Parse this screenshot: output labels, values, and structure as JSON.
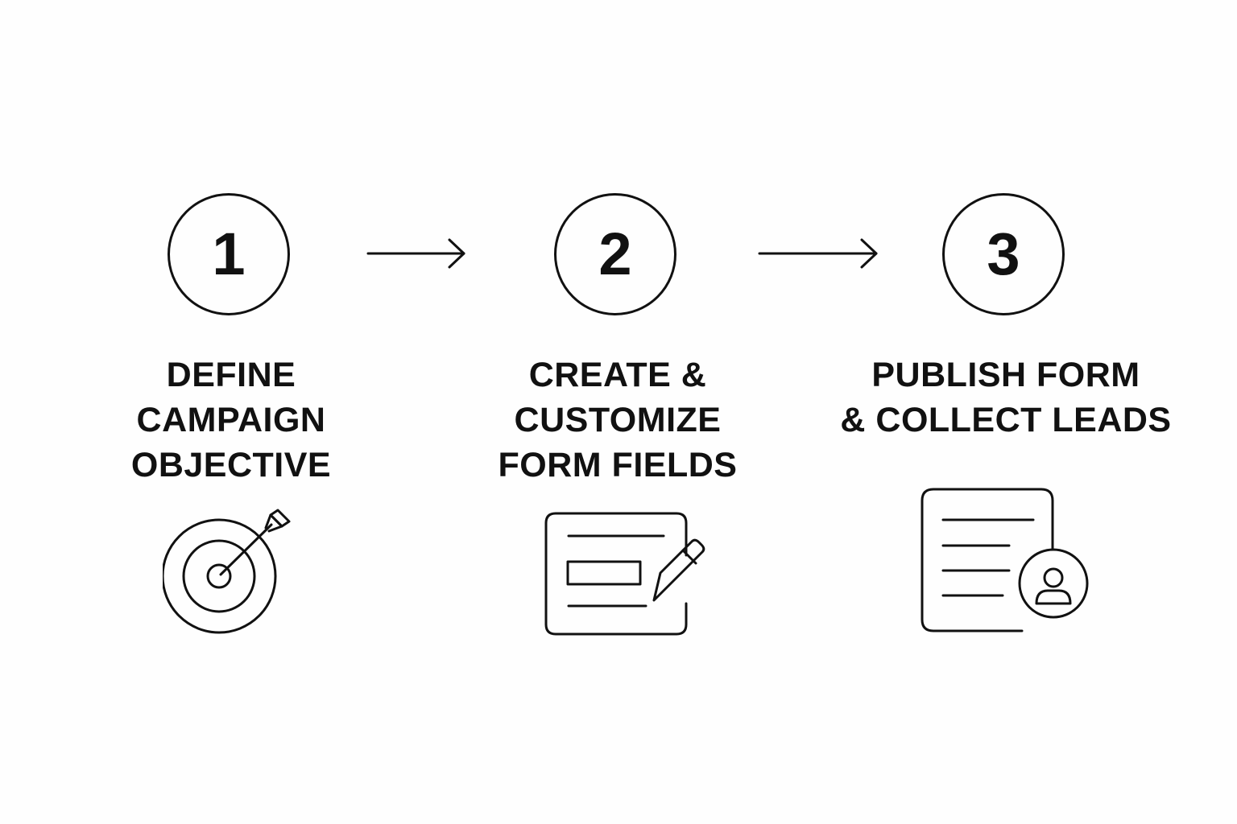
{
  "steps": [
    {
      "number": "1",
      "label_lines": [
        "DEFINE",
        "CAMPAIGN",
        "OBJECTIVE"
      ],
      "icon": "target-arrow-icon"
    },
    {
      "number": "2",
      "label_lines": [
        "CREATE &",
        "CUSTOMIZE",
        "FORM FIELDS"
      ],
      "icon": "form-edit-pencil-icon"
    },
    {
      "number": "3",
      "label_lines": [
        "PUBLISH FORM",
        "& COLLECT LEADS"
      ],
      "icon": "document-user-icon"
    }
  ],
  "connectors": [
    "arrow-right-icon",
    "arrow-right-icon"
  ],
  "colors": {
    "background": "#fefefe",
    "stroke": "#111111"
  }
}
